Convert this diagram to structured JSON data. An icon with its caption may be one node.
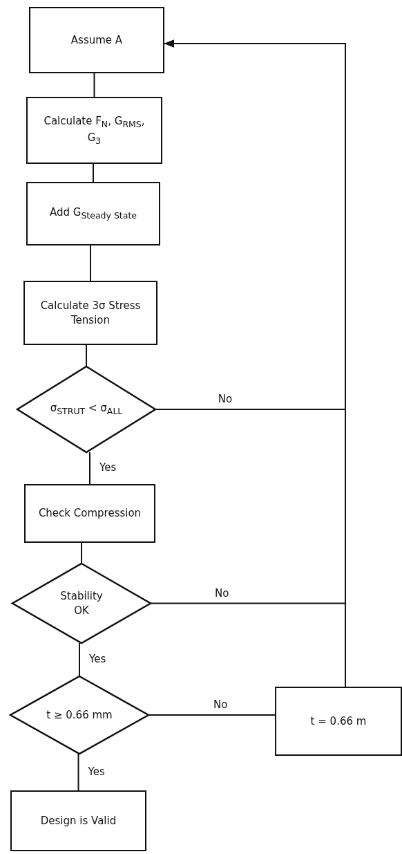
{
  "diagram": {
    "nodes": [
      {
        "text": [
          "Assume A"
        ]
      },
      {
        "text": [
          "Calculate F$_{N}$, G$_{RMS}$, G$_{3}$"
        ]
      },
      {
        "text": [
          "Add G$_{Steady State}$"
        ]
      },
      {
        "text": [
          "Calculate 3σ Stress Tension"
        ]
      },
      {
        "text": [
          "σ$_{STRUT}$ < σ$_{ALL}$"
        ]
      },
      {
        "text": [
          "Check Compression"
        ]
      },
      {
        "text": [
          "Stability OK"
        ]
      },
      {
        "text": [
          "t ≥ 0.66 mm"
        ]
      },
      {
        "text": [
          "t = 0.66 m"
        ]
      },
      {
        "text": [
          "Design is Valid"
        ]
      }
    ],
    "edges": [
      {
        "from": 0,
        "to": 1,
        "arrow": "none"
      },
      {
        "from": 1,
        "to": 2,
        "arrow": "none"
      },
      {
        "from": 2,
        "to": 3,
        "arrow": "none"
      },
      {
        "from": 3,
        "to": 4,
        "arrow": "none"
      },
      {
        "from": 4,
        "to": 5,
        "arrow": "none",
        "label": "Yes"
      },
      {
        "from": 5,
        "to": 6,
        "arrow": "none"
      },
      {
        "from": 6,
        "to": 7,
        "arrow": "none",
        "label": "Yes"
      },
      {
        "from": 7,
        "to": 9,
        "arrow": "none",
        "label": "Yes"
      },
      {
        "from": 7,
        "to": 8,
        "arrow": "none",
        "label": "No"
      },
      {
        "from": 4,
        "to": 0,
        "arrow": "to",
        "label": "No"
      },
      {
        "from": 6,
        "to": 0,
        "arrow": "to",
        "label": "No"
      },
      {
        "from": 8,
        "to": 0,
        "arrow": "to"
      }
    ]
  }
}
